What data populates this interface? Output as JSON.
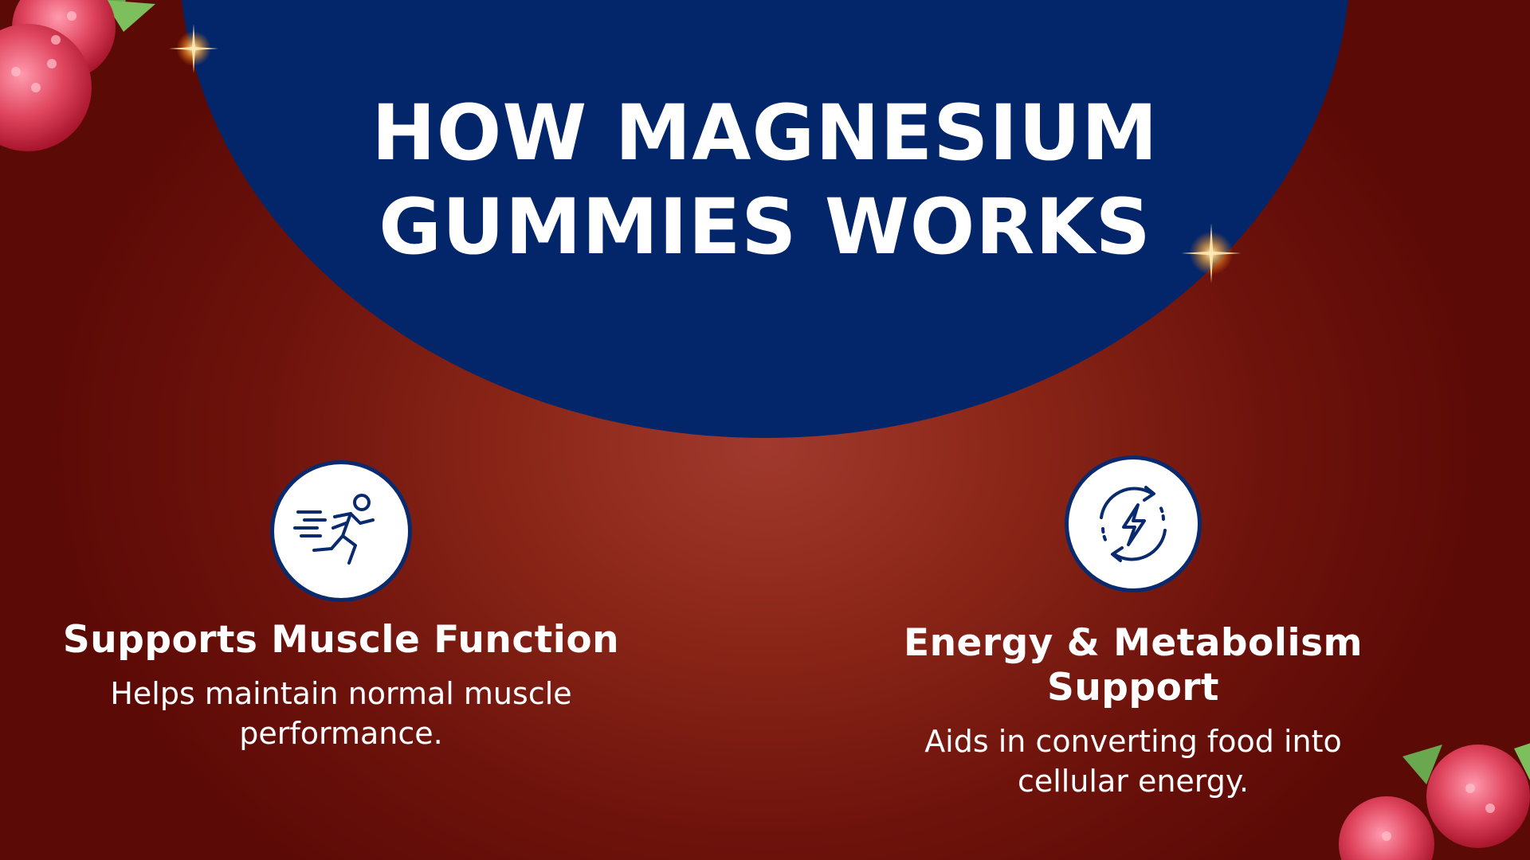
{
  "title": {
    "line1": "HOW MAGNESIUM",
    "line2": "GUMMIES WORKS"
  },
  "features": [
    {
      "icon": "running-person-icon",
      "heading": "Supports Muscle Function",
      "description": "Helps maintain normal muscle performance."
    },
    {
      "icon": "energy-cycle-icon",
      "heading": "Energy & Metabolism Support",
      "description": "Aids in converting food into cellular energy."
    }
  ],
  "colors": {
    "background_center": "#a13a2e",
    "background_edge": "#5c0a06",
    "circle_blue": "#03266b",
    "icon_blue": "#0a2a6e",
    "text": "#ffffff",
    "raspberry": "#e0455e"
  },
  "decorations": [
    "raspberry-image",
    "sparkle-glint"
  ]
}
